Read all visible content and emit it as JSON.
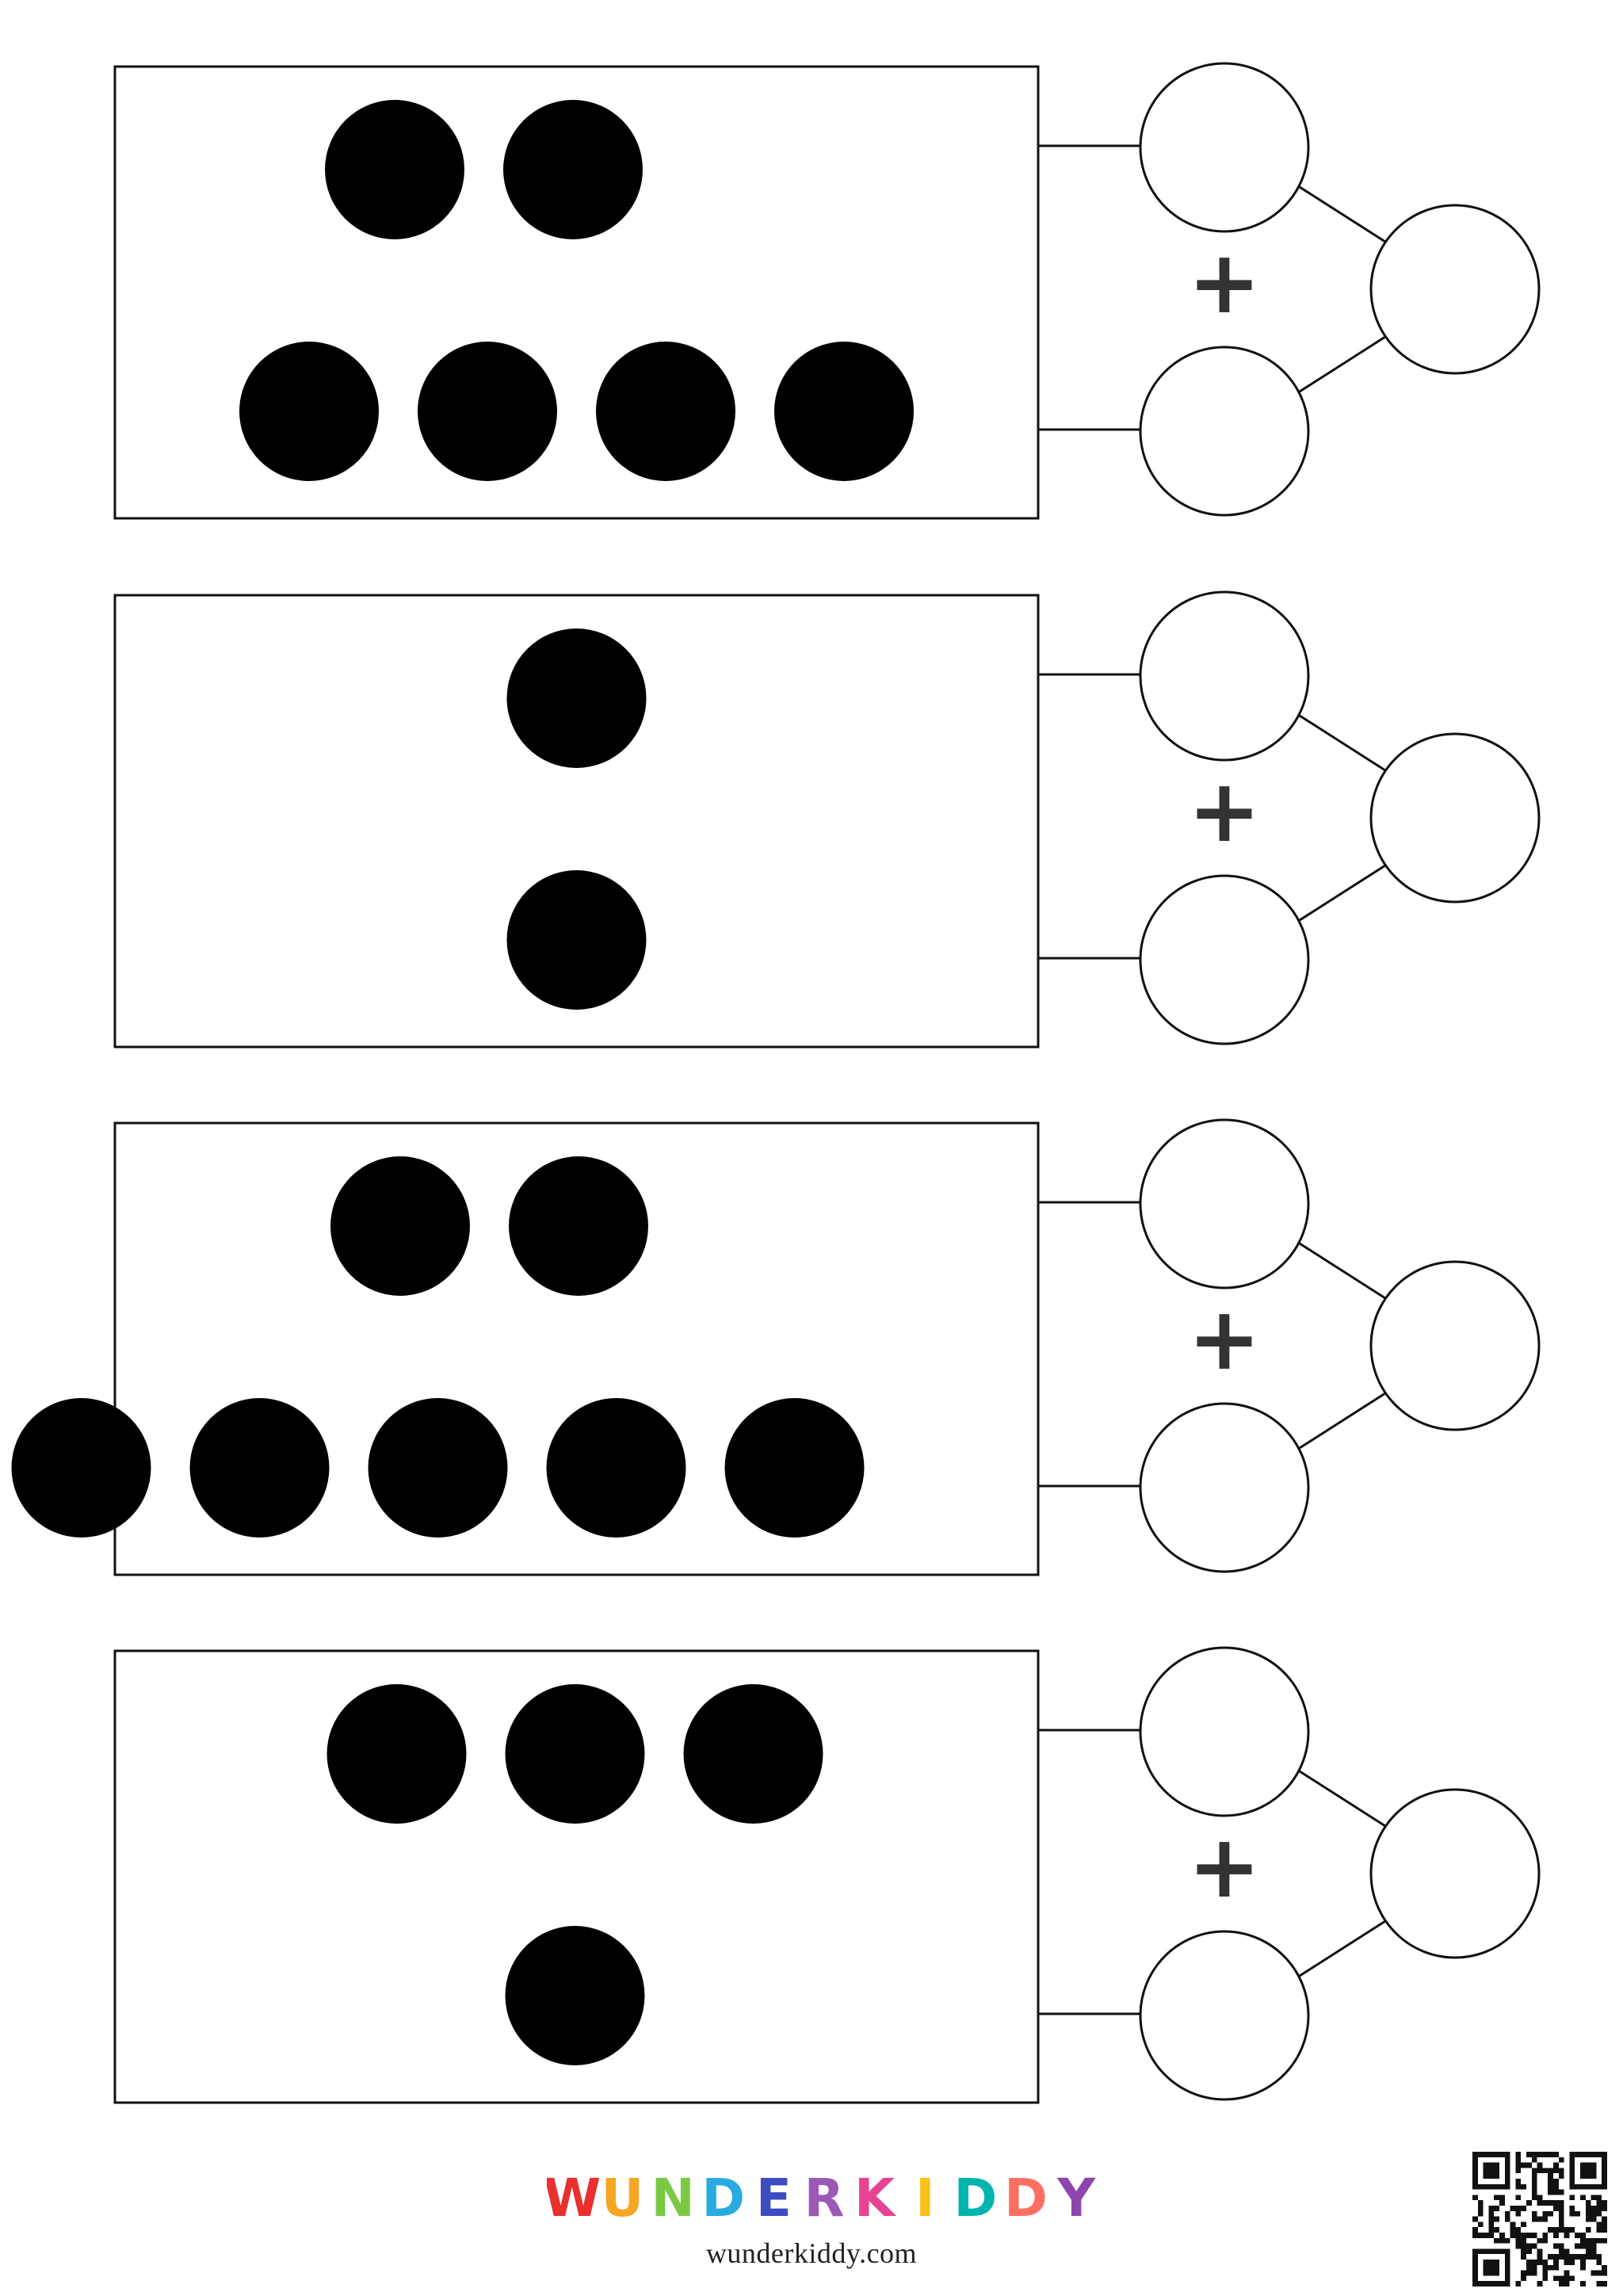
{
  "worksheet": {
    "problems": [
      {
        "rows": [
          2,
          4
        ]
      },
      {
        "rows": [
          1,
          1
        ]
      },
      {
        "rows": [
          2,
          5
        ]
      },
      {
        "rows": [
          3,
          1
        ]
      }
    ],
    "operator": "+"
  },
  "footer": {
    "brand": "WUNDERKIDDY",
    "brand_colors": [
      "#e8302f",
      "#f5a623",
      "#7ac943",
      "#29abe2",
      "#3d4cc1",
      "#9b59b6",
      "#e84393",
      "#f8c21b",
      "#00b5ad",
      "#ff6f61",
      "#8e44ad"
    ],
    "url": "wunderkiddy.com"
  }
}
